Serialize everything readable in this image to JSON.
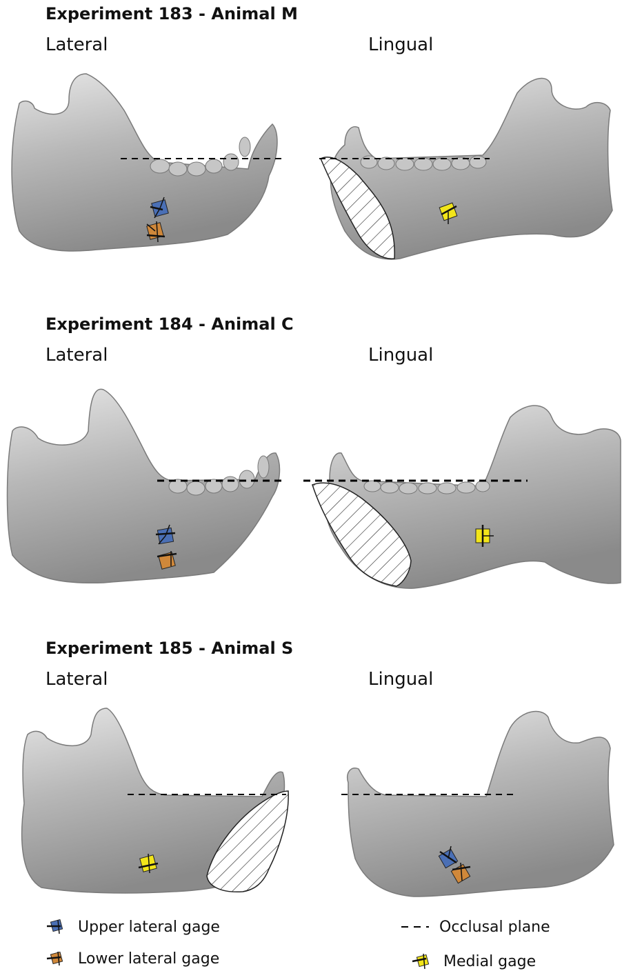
{
  "experiments": [
    {
      "title": "Experiment 183 - Animal M",
      "lateral_label": "Lateral",
      "lingual_label": "Lingual"
    },
    {
      "title": "Experiment 184 - Animal C",
      "lateral_label": "Lateral",
      "lingual_label": "Lingual"
    },
    {
      "title": "Experiment 185 - Animal S",
      "lateral_label": "Lateral",
      "lingual_label": "Lingual"
    }
  ],
  "legend": {
    "upper_lateral": "Upper lateral gage",
    "lower_lateral": "Lower lateral gage",
    "occlusal": "Occlusal plane",
    "medial": "Medial gage"
  },
  "colors": {
    "upper_lateral": "#4a6fb5",
    "lower_lateral": "#d0883a",
    "medial": "#f2e51a",
    "bone": "#b9b9b9"
  }
}
